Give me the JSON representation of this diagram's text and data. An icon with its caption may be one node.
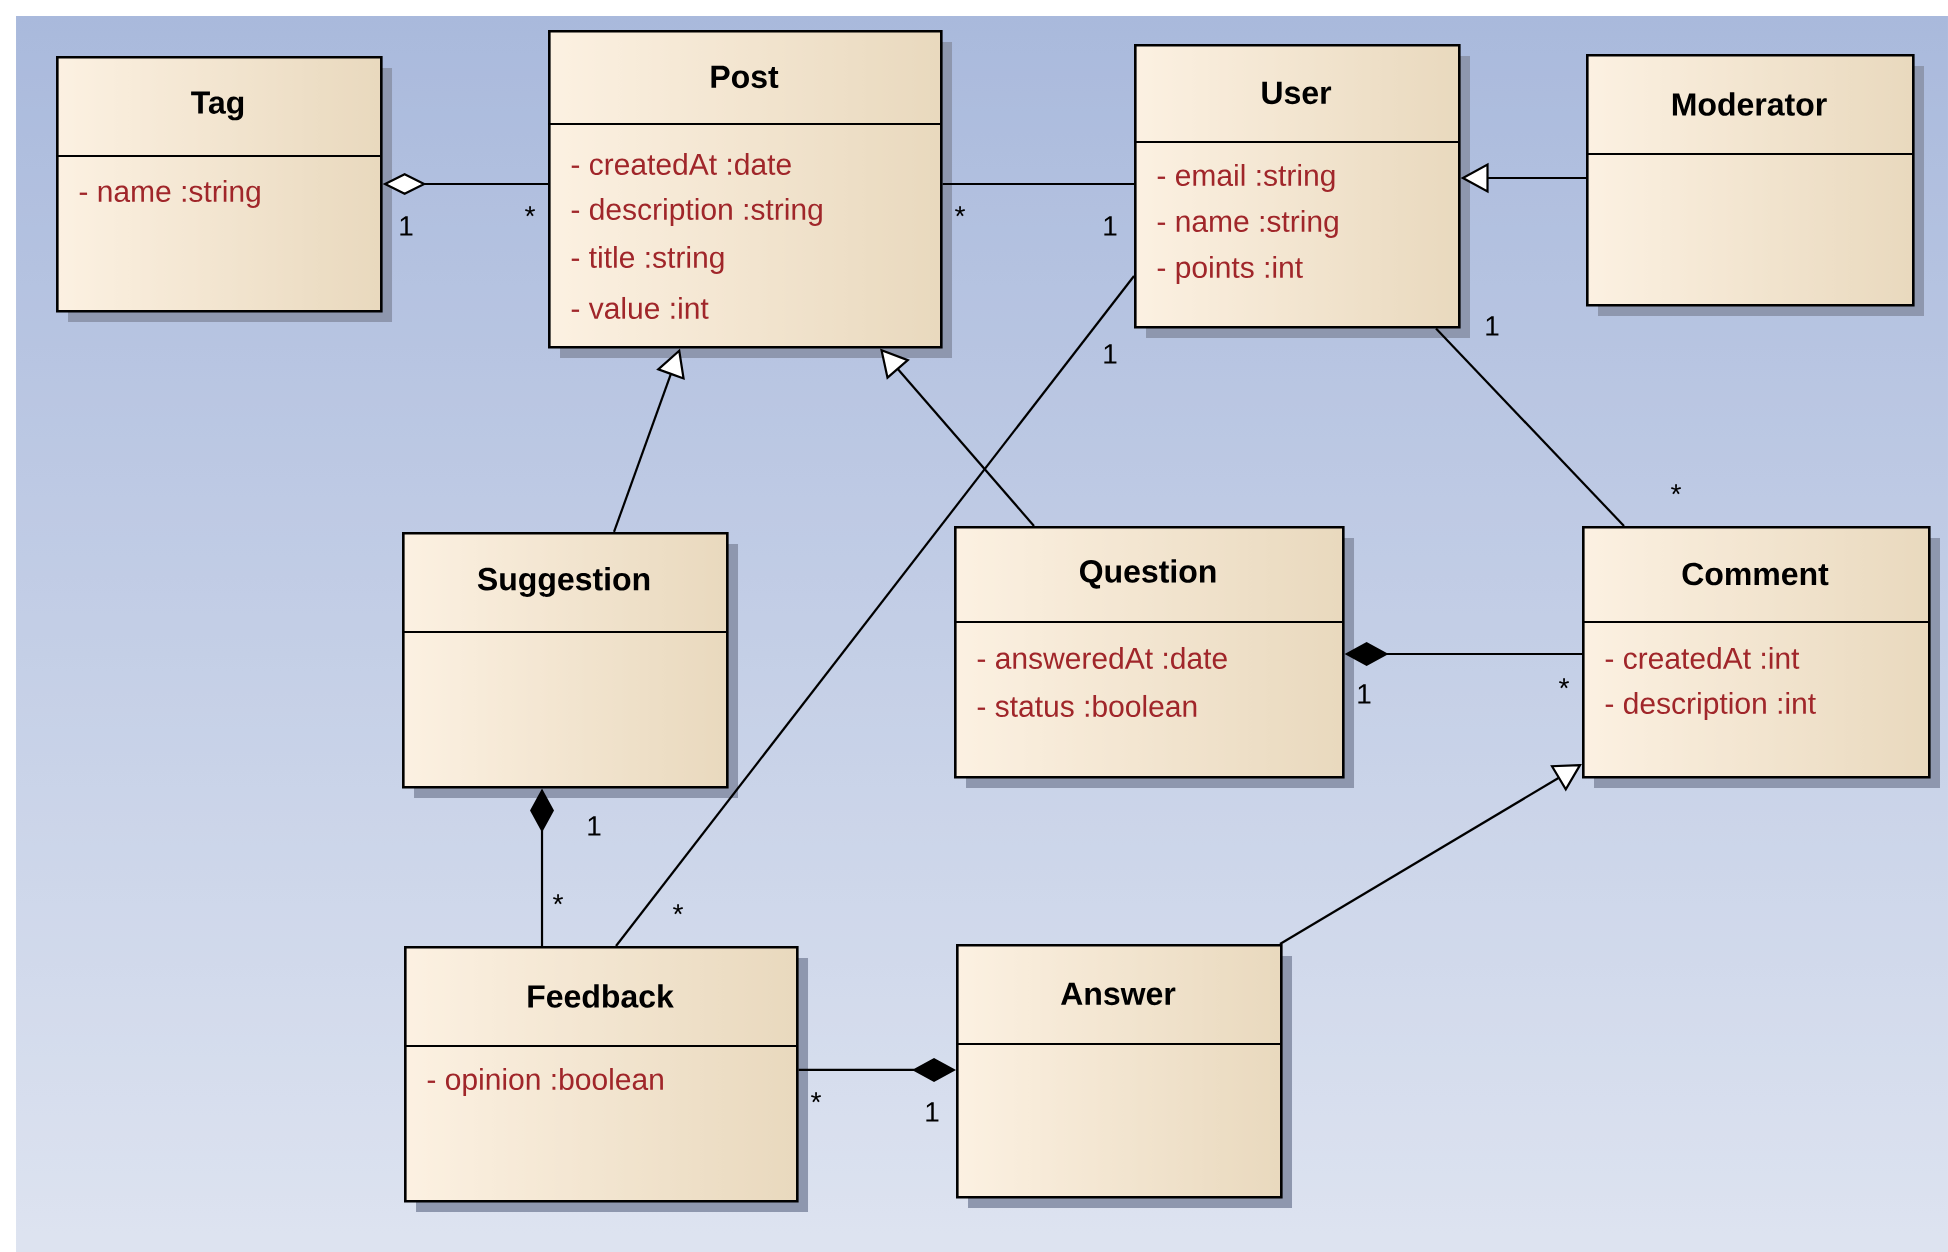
{
  "diagram": {
    "nodes": [
      {
        "text": [
          "Tag",
          "- name :string"
        ]
      },
      {
        "text": [
          "Post",
          "- createdAt :date",
          "- description :string",
          "- title :string",
          "- value :int"
        ]
      },
      {
        "text": [
          "User",
          "- email :string",
          "- name :string",
          "- points :int"
        ]
      },
      {
        "text": [
          "Moderator"
        ]
      },
      {
        "text": [
          "Suggestion"
        ]
      },
      {
        "text": [
          "Question",
          "- answeredAt :date",
          "- status :boolean"
        ]
      },
      {
        "text": [
          "Comment",
          "- createdAt :int",
          "- description :int"
        ]
      },
      {
        "text": [
          "Feedback",
          "- opinion :boolean"
        ]
      },
      {
        "text": [
          "Answer"
        ]
      }
    ],
    "edges": [
      {
        "from": 0,
        "to": 1,
        "arrow": "other"
      },
      {
        "from": 1,
        "to": 2,
        "arrow": "none"
      },
      {
        "from": 3,
        "to": 2,
        "arrow": "to"
      },
      {
        "from": 4,
        "to": 1,
        "arrow": "to"
      },
      {
        "from": 5,
        "to": 1,
        "arrow": "to"
      },
      {
        "from": 2,
        "to": 7,
        "arrow": "none"
      },
      {
        "from": 2,
        "to": 6,
        "arrow": "none"
      },
      {
        "from": 5,
        "to": 6,
        "arrow": "other"
      },
      {
        "from": 4,
        "to": 7,
        "arrow": "other"
      },
      {
        "from": 8,
        "to": 7,
        "arrow": "other"
      },
      {
        "from": 8,
        "to": 6,
        "arrow": "to"
      }
    ],
    "labels": [
      "*",
      "*",
      "1",
      "1",
      "1",
      "1",
      "*",
      "*",
      "1",
      "1",
      "*",
      "*",
      "*",
      "1"
    ]
  }
}
